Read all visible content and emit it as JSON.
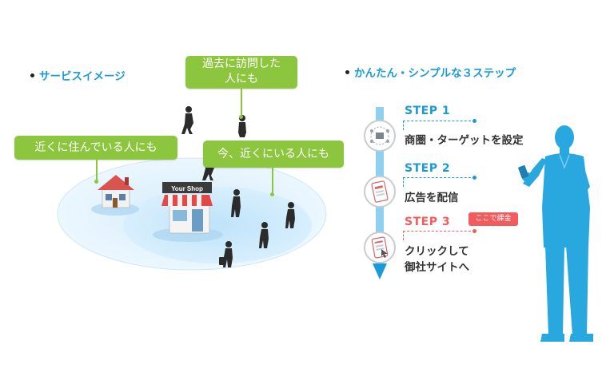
{
  "left": {
    "heading": "サービスイメージ",
    "bubbles": {
      "past_line1": "過去に訪問した",
      "past_line2": "人にも",
      "near_live": "近くに住んでいる人にも",
      "near_now": "今、近くにいる人にも"
    },
    "shop_sign": "Your Shop"
  },
  "right": {
    "heading": "かんたん・シンプルな３ステップ",
    "steps": [
      {
        "label": "STEP 1",
        "text": "商圏・ターゲットを設定"
      },
      {
        "label": "STEP 2",
        "text": "広告を配信"
      },
      {
        "label": "STEP 3",
        "text_line1": "クリックして",
        "text_line2": "御社サイトへ",
        "badge": "ここで課金"
      }
    ]
  },
  "colors": {
    "accent_blue": "#1a9ad6",
    "bubble_green": "#8cc63f",
    "step3_red": "#f25c5c",
    "person_blue": "#29a8e0"
  }
}
